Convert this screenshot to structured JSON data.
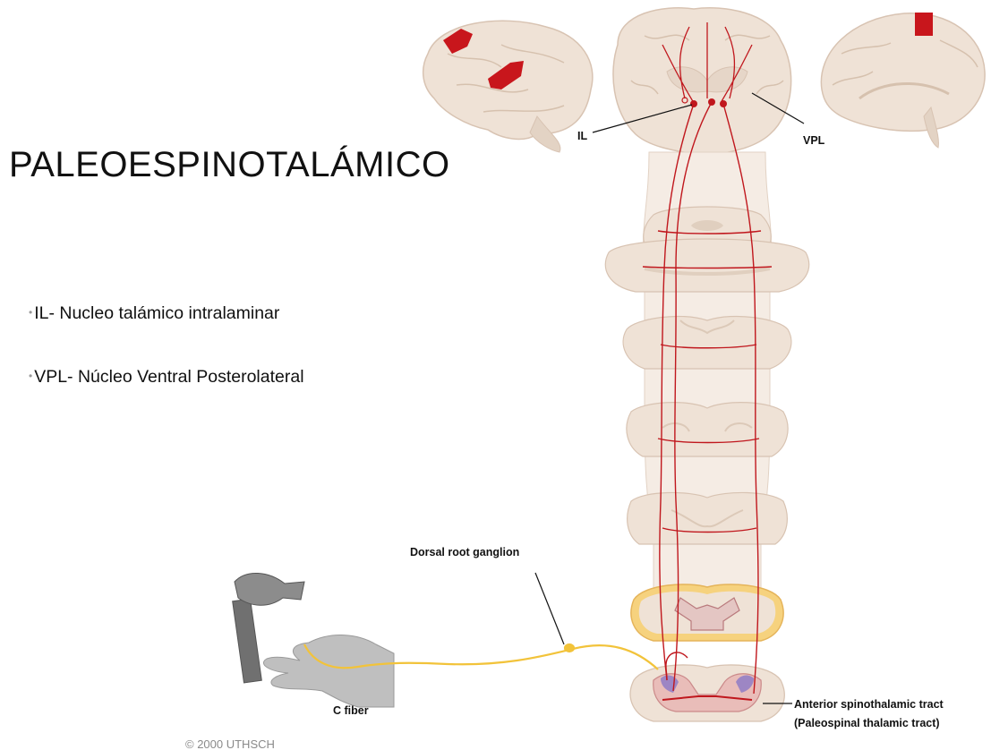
{
  "slide": {
    "title": "PALEOESPINOTALÁMICO",
    "bullets": [
      "IL- Nucleo talámico intralaminar",
      "VPL- Núcleo Ventral Posterolateral"
    ]
  },
  "diagram": {
    "labels": {
      "il": "IL",
      "vpl": "VPL",
      "dorsal_root_ganglion": "Dorsal root ganglion",
      "c_fiber": "C fiber",
      "anterior_tract": "Anterior spinothalamic tract",
      "paleospinal_tract": "(Paleospinal thalamic tract)"
    },
    "watermark": "© 2000 UTHSCH",
    "colors": {
      "tissue": "#efe2d6",
      "tissue_edge": "#d8c3b2",
      "pathway": "#c0171d",
      "fiber": "#f2c33a",
      "cortex_highlight": "#c8161c"
    }
  }
}
